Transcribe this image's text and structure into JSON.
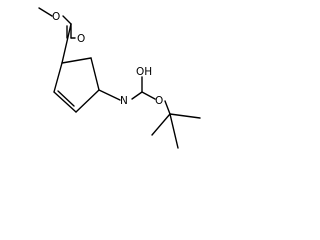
{
  "structure": {
    "atom_labels": {
      "ester_carbonyl_oxygen": "O",
      "ester_ether_oxygen": "O",
      "carbamate_hydroxyl": "OH",
      "carbamate_nitrogen": "N",
      "carbamate_ether_oxygen": "O"
    }
  }
}
